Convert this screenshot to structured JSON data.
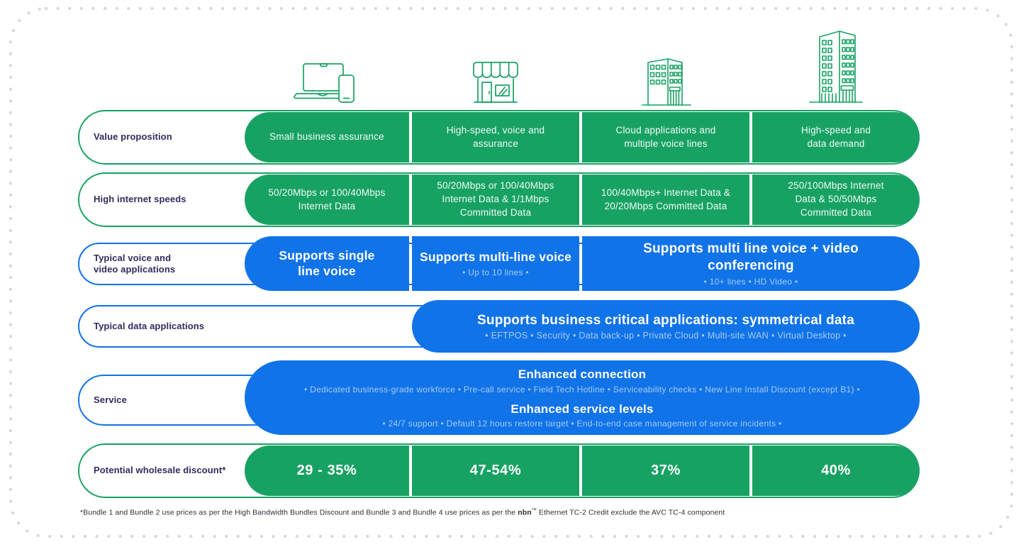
{
  "colors": {
    "green": "#17a263",
    "blue": "#1173e8",
    "label_navy": "#312c5e",
    "dot_gray": "#d8d8d8"
  },
  "columns": [
    {
      "icon": "laptop-and-phone-icon"
    },
    {
      "icon": "storefront-icon"
    },
    {
      "icon": "office-building-icon"
    },
    {
      "icon": "skyscraper-icon"
    }
  ],
  "rows": {
    "value_proposition": {
      "label": "Value proposition",
      "cells": [
        "Small business assurance",
        "High-speed, voice and assurance",
        "Cloud applications and multiple voice lines",
        "High-speed and data demand"
      ]
    },
    "internet_speeds": {
      "label": "High internet speeds",
      "cells": [
        "50/20Mbps or 100/40Mbps Internet Data",
        "50/20Mbps or 100/40Mbps Internet Data & 1/1Mbps Committed Data",
        "100/40Mbps+ Internet Data & 20/20Mbps Committed Data",
        "250/100Mbps Internet Data & 50/50Mbps Committed Data"
      ]
    },
    "voice_video": {
      "label": "Typical voice and video applications",
      "cells": [
        {
          "title": "Supports single line voice",
          "sub": ""
        },
        {
          "title": "Supports multi-line voice",
          "sub": "• Up to 10 lines •"
        },
        {
          "title": "Supports multi line voice + video conferencing",
          "sub": "• 10+ lines • HD Video •"
        }
      ]
    },
    "data_apps": {
      "label": "Typical data applications",
      "cell": {
        "title": "Supports business critical applications: symmetrical data",
        "sub": "• EFTPOS • Security • Data back-up • Private Cloud • Multi-site WAN • Virtual Desktop •"
      }
    },
    "service": {
      "label": "Service",
      "sections": [
        {
          "title": "Enhanced connection",
          "sub": "• Dedicated business-grade workforce • Pre-call service • Field Tech Hotline • Serviceability checks • New Line Install Discount (except B1) •"
        },
        {
          "title": "Enhanced service levels",
          "sub": "• 24/7 support • Default 12 hours restore target • End-to-end case management of service incidents •"
        }
      ]
    },
    "discount": {
      "label": "Potential wholesale discount*",
      "cells": [
        "29 - 35%",
        "47-54%",
        "37%",
        "40%"
      ]
    }
  },
  "footnote": {
    "prefix": "*Bundle 1 and Bundle 2 use prices as per the High Bandwidth Bundles Discount and Bundle 3 and Bundle 4 use prices as per the ",
    "brand": "nbn",
    "tm": "™",
    "suffix": " Ethernet TC-2  Credit exclude the AVC TC-4 component"
  }
}
